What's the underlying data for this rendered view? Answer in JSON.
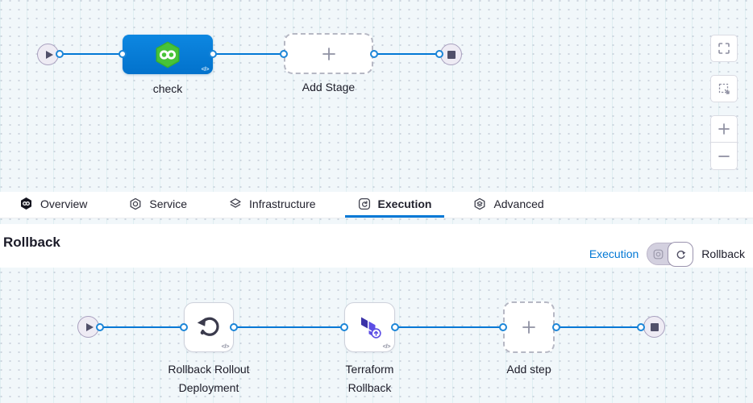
{
  "colors": {
    "accent_blue": "#0278d5",
    "stage_blue": "#0a80d8",
    "harness_green": "#46c33a",
    "terraform_purple": "#5c4ee5",
    "canvas_background": "#f1f7fa"
  },
  "canvas_top": {
    "stage_label": "check",
    "add_stage_label": "Add Stage"
  },
  "tabs": {
    "items": [
      {
        "label": "Overview"
      },
      {
        "label": "Service"
      },
      {
        "label": "Infrastructure"
      },
      {
        "label": "Execution",
        "active": true
      },
      {
        "label": "Advanced"
      }
    ]
  },
  "rollback": {
    "title": "Rollback",
    "mode_execution": "Execution",
    "mode_rollback": "Rollback",
    "step1_line1": "Rollback Rollout",
    "step1_line2": "Deployment",
    "step2_line1": "Terraform",
    "step2_line2": "Rollback",
    "add_step_label": "Add step"
  },
  "icons": {
    "code": "</>"
  }
}
